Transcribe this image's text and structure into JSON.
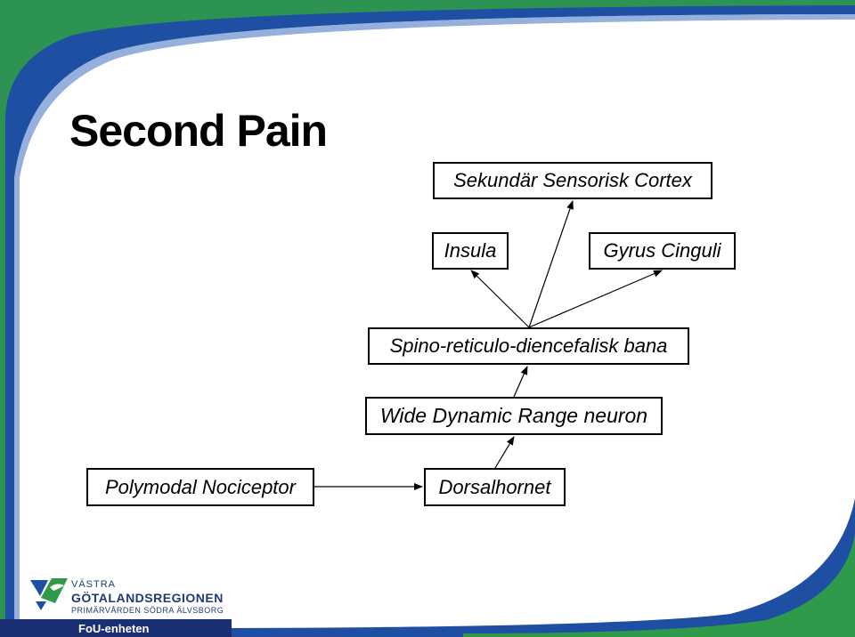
{
  "slide": {
    "title": "Second Pain",
    "colors": {
      "blue": "#1f4fa3",
      "green": "#2e9a4a",
      "dark_blue": "#1a2f73"
    }
  },
  "diagram": {
    "nodes": {
      "sekundar": "Sekundär Sensorisk Cortex",
      "insula": "Insula",
      "gyrus": "Gyrus Cinguli",
      "spino": "Spino-reticulo-diencefalisk bana",
      "wdr": "Wide Dynamic Range neuron",
      "polymodal": "Polymodal Nociceptor",
      "dorsal": "Dorsalhornet"
    },
    "edges": [
      {
        "from": "polymodal",
        "to": "dorsal"
      },
      {
        "from": "dorsal",
        "to": "wdr"
      },
      {
        "from": "wdr",
        "to": "spino"
      },
      {
        "from": "spino",
        "to": "insula"
      },
      {
        "from": "spino",
        "to": "sekundar"
      },
      {
        "from": "spino",
        "to": "gyrus"
      }
    ]
  },
  "footer": {
    "logo_line1": "VÄSTRA",
    "logo_line2": "GÖTALANDSREGIONEN",
    "logo_line3": "PRIMÄRVÅRDEN SÖDRA ÄLVSBORG",
    "unit": "FoU-enheten",
    "logo_icon": "vgr-logo-icon"
  }
}
